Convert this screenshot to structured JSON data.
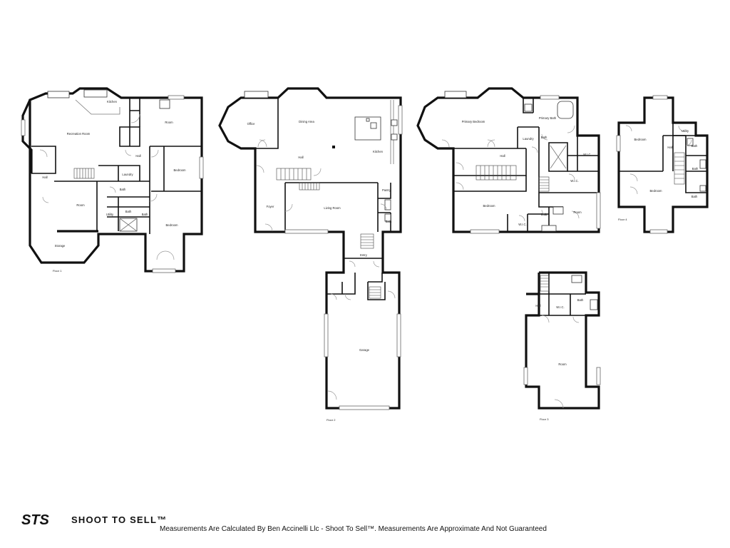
{
  "floors": {
    "f1": {
      "label": "Floor 1",
      "rooms": [
        "Kitchen",
        "Recreation Room",
        "Room",
        "Hall",
        "Laundry",
        "Bedroom",
        "Hall",
        "Bath",
        "Room",
        "Utility",
        "Bath",
        "Bath",
        "Bedroom",
        "Storage"
      ]
    },
    "f2": {
      "label": "Floor 2",
      "rooms": [
        "Office",
        "Dining Area",
        "Hall",
        "Kitchen",
        "Foyer",
        "Living Room",
        "Pantry",
        "Bath",
        "Entry",
        "Garage"
      ]
    },
    "f3": {
      "label": "Floor 3",
      "rooms": [
        "Primary Bedroom",
        "Primary Bath",
        "Laundry",
        "Bath",
        "Hall",
        "W.I.C.",
        "W.I.C.",
        "Bedroom",
        "Bath",
        "Room",
        "W.I.C.",
        "Hall",
        "W.I.C.",
        "Bath",
        "Room"
      ]
    },
    "f4": {
      "label": "Floor 4",
      "rooms": [
        "Bedroom",
        "Utility",
        "Hall",
        "Bath",
        "Bath",
        "Bedroom",
        "Bath"
      ]
    }
  },
  "footer": {
    "logo_mark": "STS",
    "logo_text": "SHOOT TO SELL™",
    "disclaimer": "Measurements Are Calculated By Ben Accinelli Llc - Shoot To Sell™. Measurements Are Approximate And Not Guaranteed"
  }
}
